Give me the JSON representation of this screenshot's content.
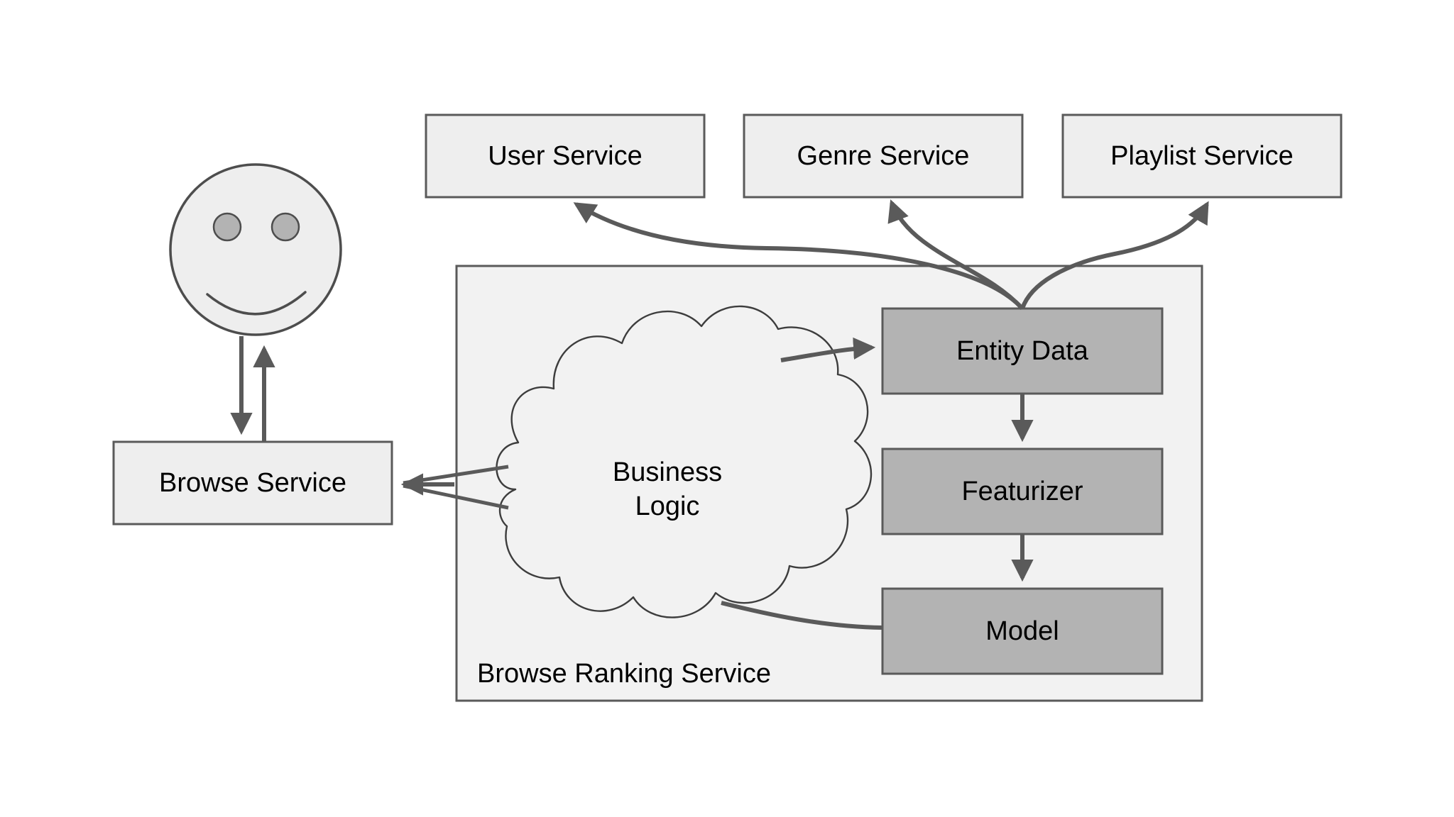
{
  "diagram": {
    "title_label": "Browse Ranking Service",
    "external_services": [
      {
        "id": "user-service",
        "label": "User Service"
      },
      {
        "id": "genre-service",
        "label": "Genre Service"
      },
      {
        "id": "playlist-service",
        "label": "Playlist Service"
      }
    ],
    "actor": {
      "id": "user-actor",
      "icon": "smiley-face-icon",
      "label": ""
    },
    "client": {
      "id": "browse-service",
      "label": "Browse Service"
    },
    "cloud": {
      "id": "business-logic",
      "label_line1": "Business",
      "label_line2": "Logic"
    },
    "pipeline": [
      {
        "id": "entity-data",
        "label": "Entity Data"
      },
      {
        "id": "featurizer",
        "label": "Featurizer"
      },
      {
        "id": "model",
        "label": "Model"
      }
    ],
    "colors": {
      "box_light_fill": "#eeeeee",
      "box_gray_fill": "#b3b3b3",
      "container_fill": "#f2f2f2",
      "stroke": "#5a5a5a",
      "cloud_stroke": "#3d3d3d",
      "background": "#ffffff",
      "text": "#000000"
    },
    "edges": [
      {
        "id": "actor-to-browse",
        "from": "user-actor",
        "to": "browse-service",
        "arrow": "single"
      },
      {
        "id": "browse-to-actor",
        "from": "browse-service",
        "to": "user-actor",
        "arrow": "single"
      },
      {
        "id": "logic-to-browse",
        "from": "business-logic",
        "to": "browse-service",
        "arrow": "single"
      },
      {
        "id": "logic-to-entity",
        "from": "business-logic",
        "to": "entity-data",
        "arrow": "single"
      },
      {
        "id": "entity-to-user-service",
        "from": "entity-data",
        "to": "user-service",
        "arrow": "single"
      },
      {
        "id": "entity-to-genre-service",
        "from": "entity-data",
        "to": "genre-service",
        "arrow": "single"
      },
      {
        "id": "entity-to-playlist-service",
        "from": "entity-data",
        "to": "playlist-service",
        "arrow": "single"
      },
      {
        "id": "entity-to-featurizer",
        "from": "entity-data",
        "to": "featurizer",
        "arrow": "single"
      },
      {
        "id": "featurizer-to-model",
        "from": "featurizer",
        "to": "model",
        "arrow": "single"
      },
      {
        "id": "model-to-logic",
        "from": "model",
        "to": "business-logic",
        "arrow": "none"
      }
    ]
  }
}
